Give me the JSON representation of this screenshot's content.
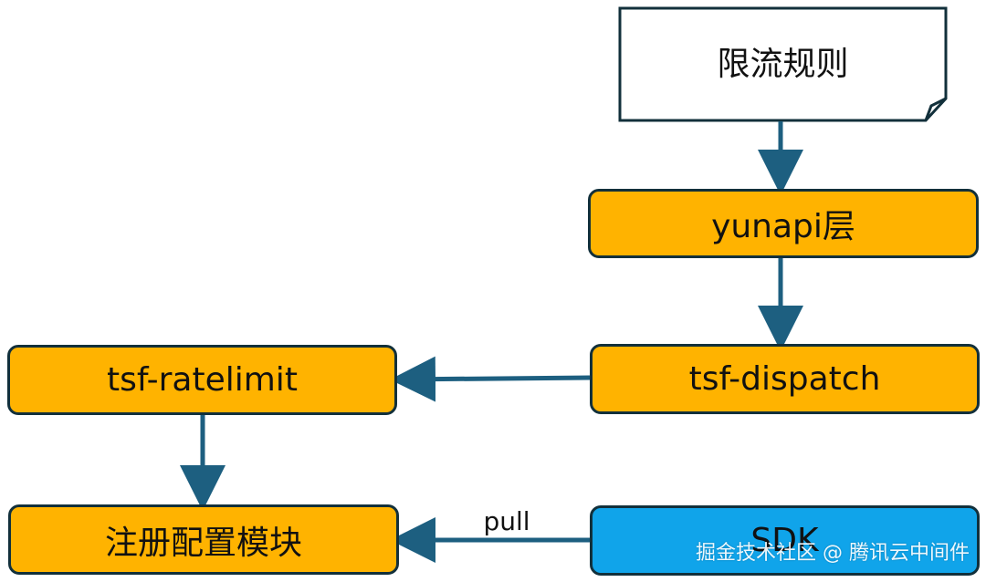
{
  "diagram": {
    "document_node": {
      "label": "限流规则"
    },
    "nodes": {
      "yunapi": {
        "label": "yunapi层"
      },
      "dispatch": {
        "label": "tsf-dispatch"
      },
      "ratelimit": {
        "label": "tsf-ratelimit"
      },
      "registry": {
        "label": "注册配置模块"
      },
      "sdk": {
        "label": "SDK"
      }
    },
    "edge_label": "pull"
  },
  "watermark": "掘金技术社区 @ 腾讯云中间件",
  "colors": {
    "orange_fill": "#ffb300",
    "blue_fill": "#10a4ea",
    "border": "#12303b",
    "arrow": "#1d5f80"
  }
}
